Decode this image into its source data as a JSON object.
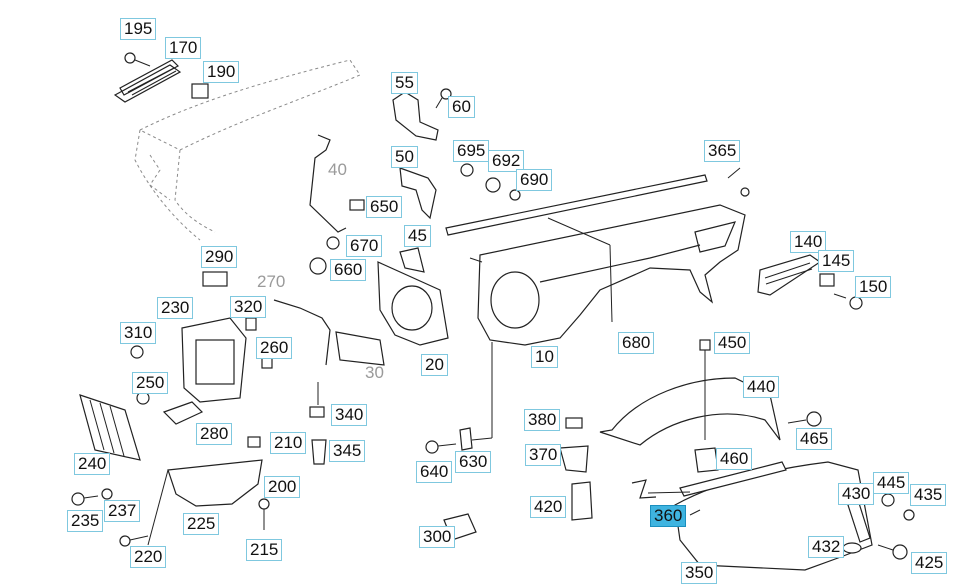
{
  "diagram": {
    "labels": [
      {
        "id": "195",
        "text": "195"
      },
      {
        "id": "170",
        "text": "170"
      },
      {
        "id": "190",
        "text": "190"
      },
      {
        "id": "55",
        "text": "55"
      },
      {
        "id": "60",
        "text": "60"
      },
      {
        "id": "40",
        "text": "40"
      },
      {
        "id": "50",
        "text": "50"
      },
      {
        "id": "695",
        "text": "695"
      },
      {
        "id": "692",
        "text": "692"
      },
      {
        "id": "690",
        "text": "690"
      },
      {
        "id": "365",
        "text": "365"
      },
      {
        "id": "650",
        "text": "650"
      },
      {
        "id": "45",
        "text": "45"
      },
      {
        "id": "670",
        "text": "670"
      },
      {
        "id": "660",
        "text": "660"
      },
      {
        "id": "140",
        "text": "140"
      },
      {
        "id": "145",
        "text": "145"
      },
      {
        "id": "150",
        "text": "150"
      },
      {
        "id": "290",
        "text": "290"
      },
      {
        "id": "270",
        "text": "270"
      },
      {
        "id": "230",
        "text": "230"
      },
      {
        "id": "320",
        "text": "320"
      },
      {
        "id": "310",
        "text": "310"
      },
      {
        "id": "260",
        "text": "260"
      },
      {
        "id": "30",
        "text": "30"
      },
      {
        "id": "20",
        "text": "20"
      },
      {
        "id": "10",
        "text": "10"
      },
      {
        "id": "680",
        "text": "680"
      },
      {
        "id": "450",
        "text": "450"
      },
      {
        "id": "250",
        "text": "250"
      },
      {
        "id": "440",
        "text": "440"
      },
      {
        "id": "340",
        "text": "340"
      },
      {
        "id": "280",
        "text": "280"
      },
      {
        "id": "210",
        "text": "210"
      },
      {
        "id": "345",
        "text": "345"
      },
      {
        "id": "240",
        "text": "240"
      },
      {
        "id": "380",
        "text": "380"
      },
      {
        "id": "465",
        "text": "465"
      },
      {
        "id": "370",
        "text": "370"
      },
      {
        "id": "630",
        "text": "630"
      },
      {
        "id": "640",
        "text": "640"
      },
      {
        "id": "460",
        "text": "460"
      },
      {
        "id": "200",
        "text": "200"
      },
      {
        "id": "420",
        "text": "420"
      },
      {
        "id": "445",
        "text": "445"
      },
      {
        "id": "430",
        "text": "430"
      },
      {
        "id": "435",
        "text": "435"
      },
      {
        "id": "235",
        "text": "235"
      },
      {
        "id": "237",
        "text": "237"
      },
      {
        "id": "225",
        "text": "225"
      },
      {
        "id": "360",
        "text": "360"
      },
      {
        "id": "300",
        "text": "300"
      },
      {
        "id": "215",
        "text": "215"
      },
      {
        "id": "432",
        "text": "432"
      },
      {
        "id": "220",
        "text": "220"
      },
      {
        "id": "425",
        "text": "425"
      },
      {
        "id": "350",
        "text": "350"
      }
    ],
    "selected_label": "360"
  }
}
